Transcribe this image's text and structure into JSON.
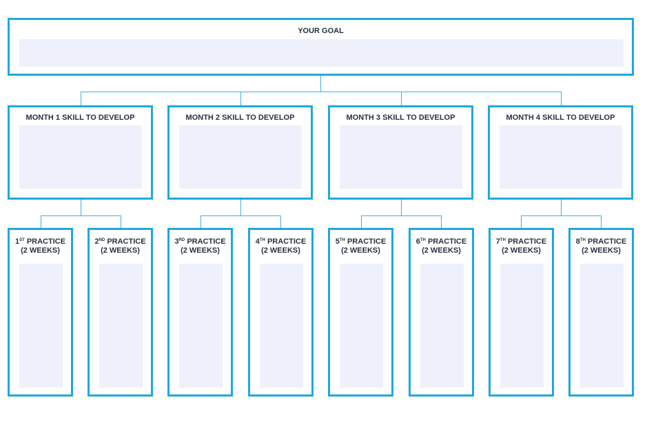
{
  "goal": {
    "label": "YOUR GOAL"
  },
  "months": [
    {
      "label": "MONTH 1 SKILL TO DEVELOP"
    },
    {
      "label": "MONTH 2 SKILL TO DEVELOP"
    },
    {
      "label": "MONTH 3 SKILL TO DEVELOP"
    },
    {
      "label": "MONTH 4 SKILL TO DEVELOP"
    }
  ],
  "practices": [
    {
      "number": "1",
      "ordinal": "ST",
      "label": "PRACTICE",
      "duration": "(2 WEEKS)"
    },
    {
      "number": "2",
      "ordinal": "ND",
      "label": "PRACTICE",
      "duration": "(2 WEEKS)"
    },
    {
      "number": "3",
      "ordinal": "RD",
      "label": "PRACTICE",
      "duration": "(2 WEEKS)"
    },
    {
      "number": "4",
      "ordinal": "TH",
      "label": "PRACTICE",
      "duration": "(2 WEEKS)"
    },
    {
      "number": "5",
      "ordinal": "TH",
      "label": "PRACTICE",
      "duration": "(2 WEEKS)"
    },
    {
      "number": "6",
      "ordinal": "TH",
      "label": "PRACTICE",
      "duration": "(2 WEEKS)"
    },
    {
      "number": "7",
      "ordinal": "TH",
      "label": "PRACTICE",
      "duration": "(2 WEEKS)"
    },
    {
      "number": "8",
      "ordinal": "TH",
      "label": "PRACTICE",
      "duration": "(2 WEEKS)"
    }
  ],
  "colors": {
    "border": "#1ea8e0",
    "connector": "#3bb0df",
    "fill": "#eef1fb",
    "text": "#263041"
  }
}
